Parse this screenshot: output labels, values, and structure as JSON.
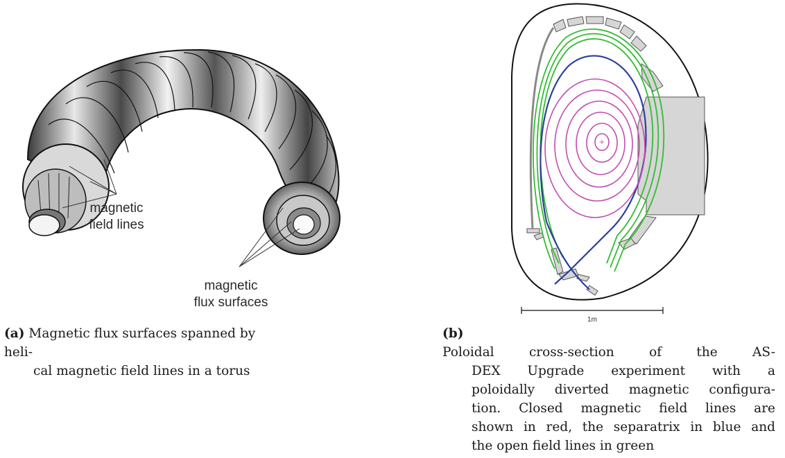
{
  "figure_a": {
    "label_field_lines": [
      "magnetic",
      "field lines"
    ],
    "label_flux_surfaces": [
      "magnetic",
      "flux surfaces"
    ],
    "caption_tag": "(a)",
    "caption_line1": "Magnetic flux surfaces spanned by heli-",
    "caption_line2": "cal magnetic field lines in a torus"
  },
  "figure_b": {
    "scale_label": "1m",
    "caption_tag": "(b)",
    "caption_lines": [
      "Poloidal cross-section of the AS-",
      "DEX Upgrade experiment with a",
      "poloidally diverted magnetic configura-",
      "tion. Closed magnetic field lines are",
      "shown in red, the separatrix in blue and",
      "the open field lines in green"
    ],
    "colors": {
      "closed_field_lines": "#c24bb0",
      "separatrix": "#2b3f9a",
      "open_field_lines": "#33bb33"
    }
  }
}
